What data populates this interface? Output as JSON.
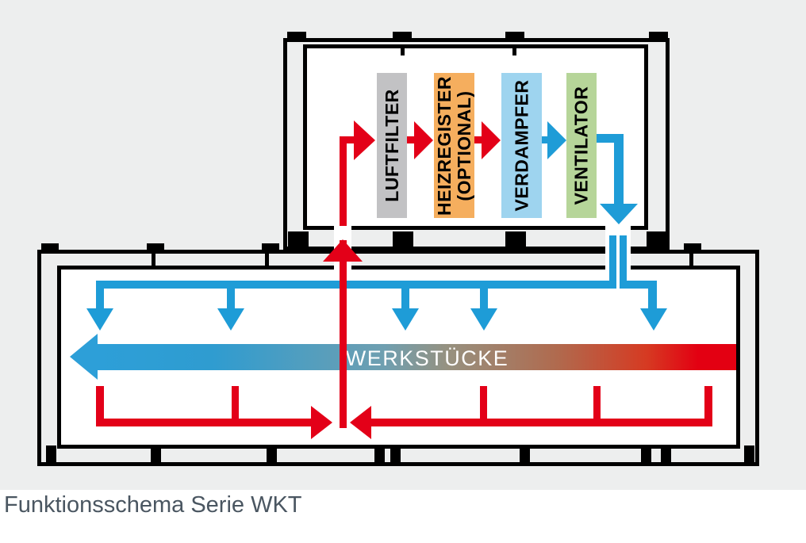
{
  "diagram": {
    "caption": "Funktionsschema Serie WKT",
    "upper_unit": {
      "components": [
        {
          "name": "air-filter",
          "lines": [
            "LUFTFILTER",
            ""
          ],
          "color": "#c2c2c4"
        },
        {
          "name": "heating-register",
          "lines": [
            "HEIZREGISTER",
            "(OPTIONAL)"
          ],
          "color": "#f5ae5e"
        },
        {
          "name": "evaporator",
          "lines": [
            "VERDAMPFER",
            ""
          ],
          "color": "#9ed4ef"
        },
        {
          "name": "fan",
          "lines": [
            "VENTILATOR",
            ""
          ],
          "color": "#b6d599"
        }
      ]
    },
    "lower_unit": {
      "workpieces_label": "WERKSTÜCKE"
    },
    "colors": {
      "hot_flow_red": "#e30018",
      "cold_flow_blue": "#1e9cd7",
      "frame_black": "#000000",
      "background_gray": "#edeeee",
      "caption_text": "#4a5661",
      "gradient_start_blue": "#2d9fd8",
      "gradient_end_red": "#e30012"
    }
  }
}
